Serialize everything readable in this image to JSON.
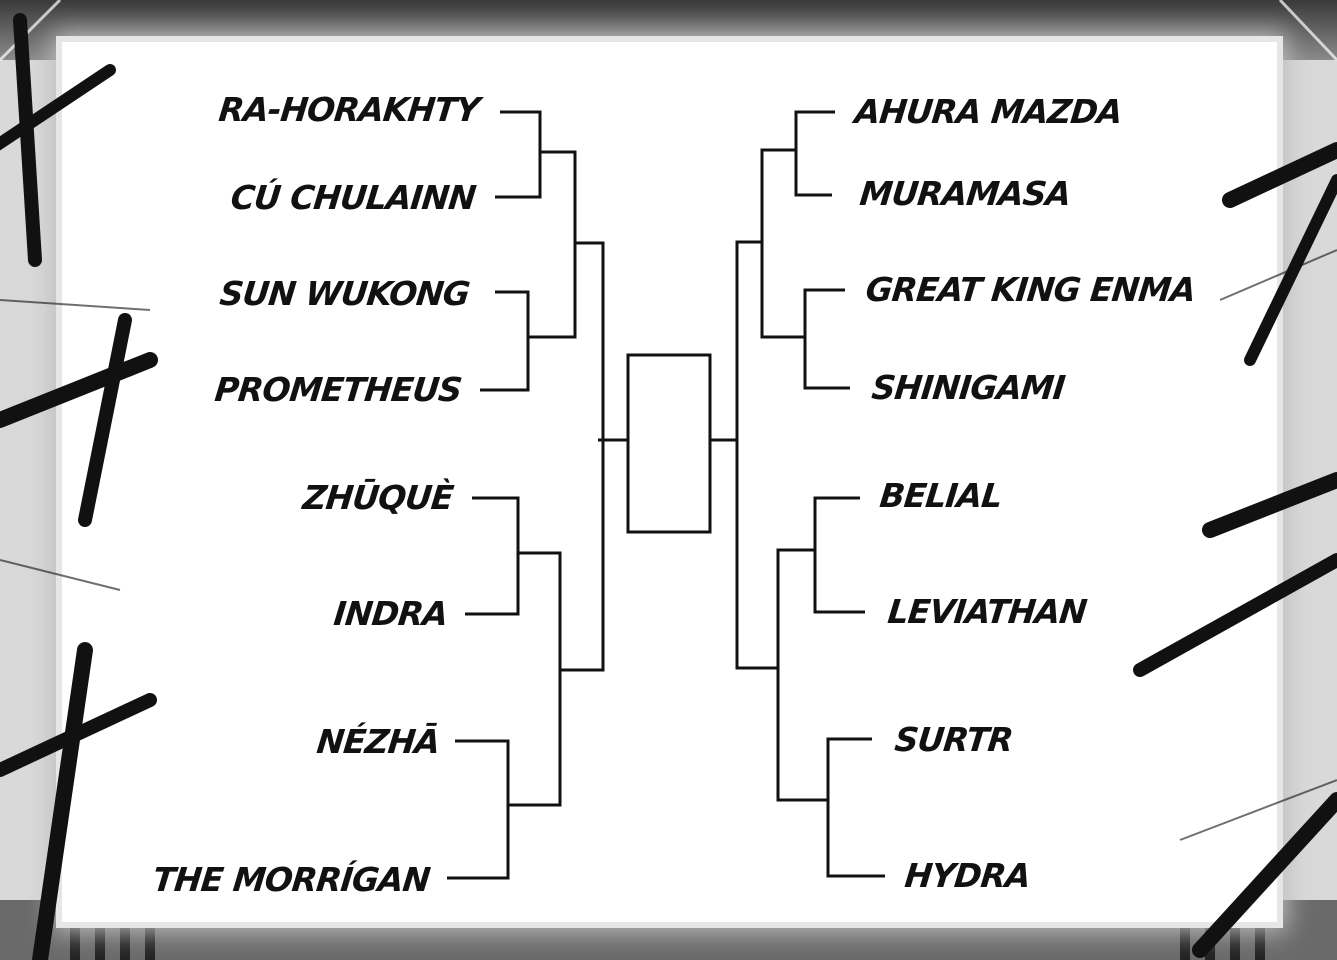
{
  "bracket": {
    "left": [
      "RA-HORAKHTY",
      "CÚ CHULAINN",
      "SUN WUKONG",
      "PROMETHEUS",
      "ZHŪQUÈ",
      "INDRA",
      "NÉZHĀ",
      "THE MORRÍGAN"
    ],
    "right": [
      "AHURA MAZDA",
      "MURAMASA",
      "GREAT KING ENMA",
      "SHINIGAMI",
      "BELIAL",
      "LEVIATHAN",
      "SURTR",
      "HYDRA"
    ],
    "champion": ""
  },
  "colors": {
    "ink": "#111111",
    "paper": "#ffffff",
    "backdrop": "#d9d9d9"
  }
}
